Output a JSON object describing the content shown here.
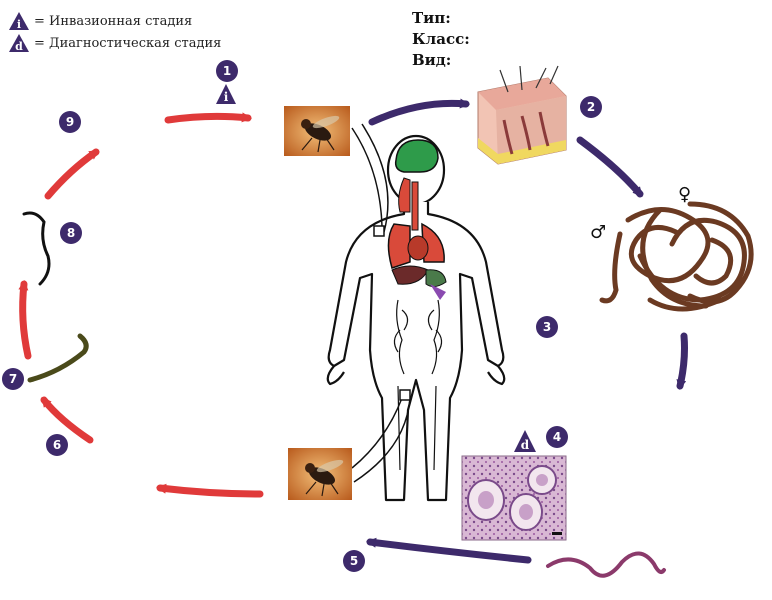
{
  "legend": {
    "infective": {
      "symbol": "i",
      "label": "= Инвазионная стадия"
    },
    "diagnostic": {
      "symbol": "d",
      "label": "= Диагностическая стадия"
    }
  },
  "taxonomy": {
    "type_label": "Тип:",
    "class_label": "Класс:",
    "species_label": "Вид:"
  },
  "steps": [
    "1",
    "2",
    "3",
    "4",
    "5",
    "6",
    "7",
    "8",
    "9"
  ],
  "stage_markers": {
    "step1": "i",
    "step4": "d"
  },
  "sex_symbols": {
    "male": "♂",
    "female": "♀"
  },
  "colors": {
    "host_arrows": "#3d2a6b",
    "vector_arrows": "#e03a3a",
    "step_badge": "#3d2a6b",
    "worm": "#6b3a22",
    "larva": "#4a4a1a",
    "microfilaria": "#8b3a6b",
    "heart_lungs": "#d94a3a",
    "brain": "#2e9b4a"
  },
  "icons": [
    "fly-icon",
    "skin-icon",
    "adult-worms-icon",
    "histology-icon",
    "microfilaria-icon",
    "larva-icon",
    "human-body-icon"
  ]
}
